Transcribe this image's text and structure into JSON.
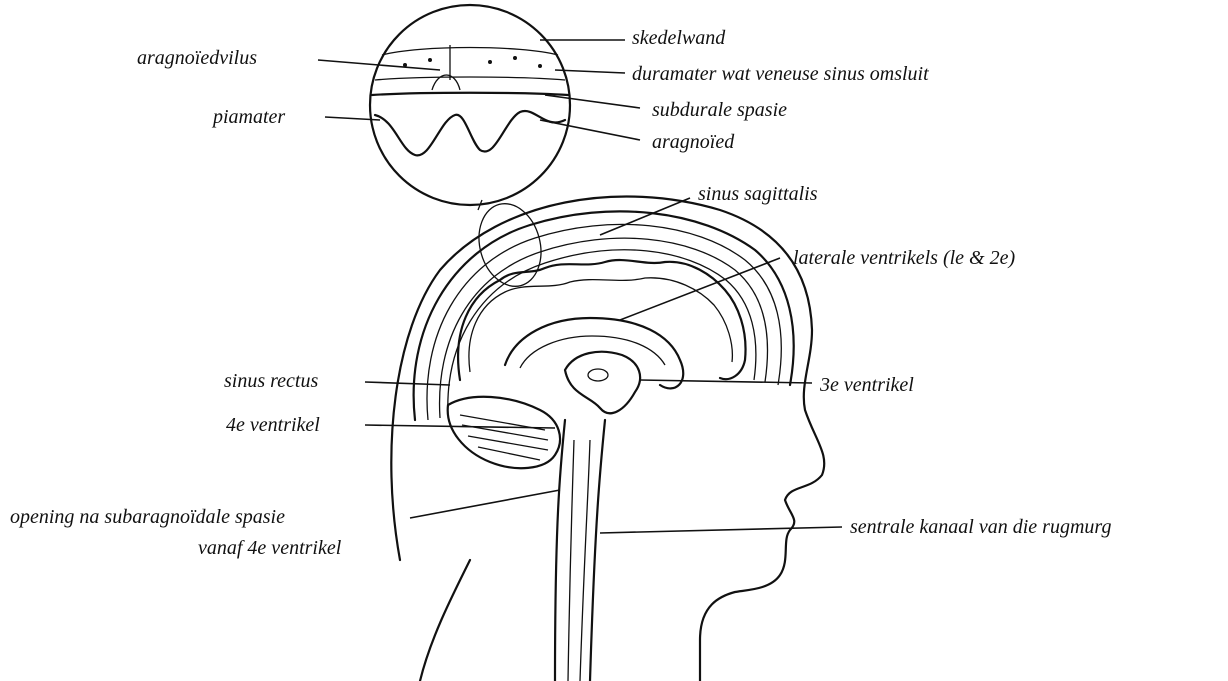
{
  "labels": {
    "skedelwand": "skedelwand",
    "aragnoiedvilus": "aragnoïedvilus",
    "duramater": "duramater wat veneuse  sinus omsluit",
    "piamater": "piamater",
    "subdurale": "subdurale spasie",
    "aragnoied": "aragnoïed",
    "sinus_sagittalis": "sinus sagittalis",
    "laterale_ventrikels": "laterale ventrikels  (le & 2e)",
    "sinus_rectus": "sinus rectus",
    "derde_ventrikel": "3e ventrikel",
    "vierde_ventrikel": "4e ventrikel",
    "opening_line1": "opening na  subaragnoïdale spasie",
    "opening_line2": "vanaf 4e ventrikel",
    "sentrale_kanaal": "sentrale kanaal van  die rugmurg"
  }
}
